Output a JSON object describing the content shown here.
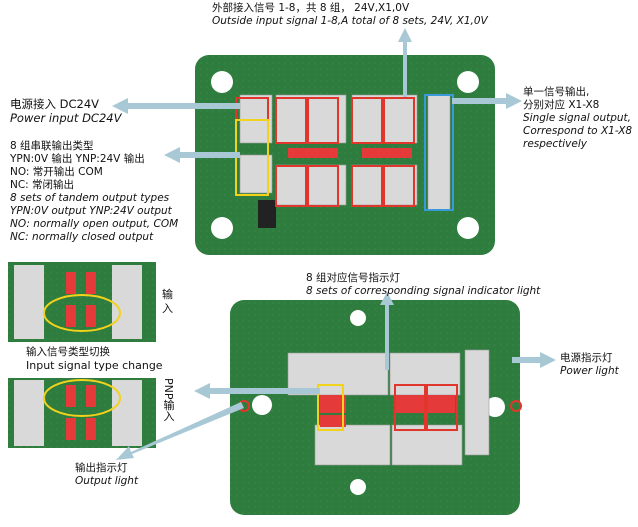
{
  "top_signal": {
    "cn": "外部接入信号 1-8，共 8 组， 24V,X1,0V",
    "en": "Outside  input signal 1-8,A total of 8 sets, 24V, X1,0V"
  },
  "power_input": {
    "cn": "电源接入 DC24V",
    "en": "Power input DC24V"
  },
  "tandem": {
    "lines": [
      "8 组串联输出类型",
      "YPN:0V 输出  YNP:24V 输出",
      "NO: 常开输出 COM",
      "NC: 常闭输出",
      "8 sets of tandem output types",
      "YPN:0V output  YNP:24V output",
      "NO: normally open output, COM",
      "NC: normally closed output"
    ]
  },
  "single_output": {
    "lines": [
      "单一信号输出,",
      "分别对应 X1-X8",
      "Single signal output,",
      "Correspond to X1-X8",
      "respectively"
    ]
  },
  "input_label": "输入",
  "input_type": {
    "cn": "输入信号类型切换",
    "en": "Input signal type change"
  },
  "pnp_label": "PNP输入",
  "indicator": {
    "cn": "8 组对应信号指示灯",
    "en": "8 sets of corresponding signal indicator light"
  },
  "power_light": {
    "cn": "电源指示灯",
    "en": "Power light"
  },
  "output_light": {
    "cn": "输出指示灯",
    "en": "Output light"
  },
  "colors": {
    "arrow": "#a9c8d6",
    "board": "#2f7d3e",
    "red_box": "#e0362b",
    "yellow_box": "#f2d21b",
    "blue_box": "#3a9ad9"
  }
}
